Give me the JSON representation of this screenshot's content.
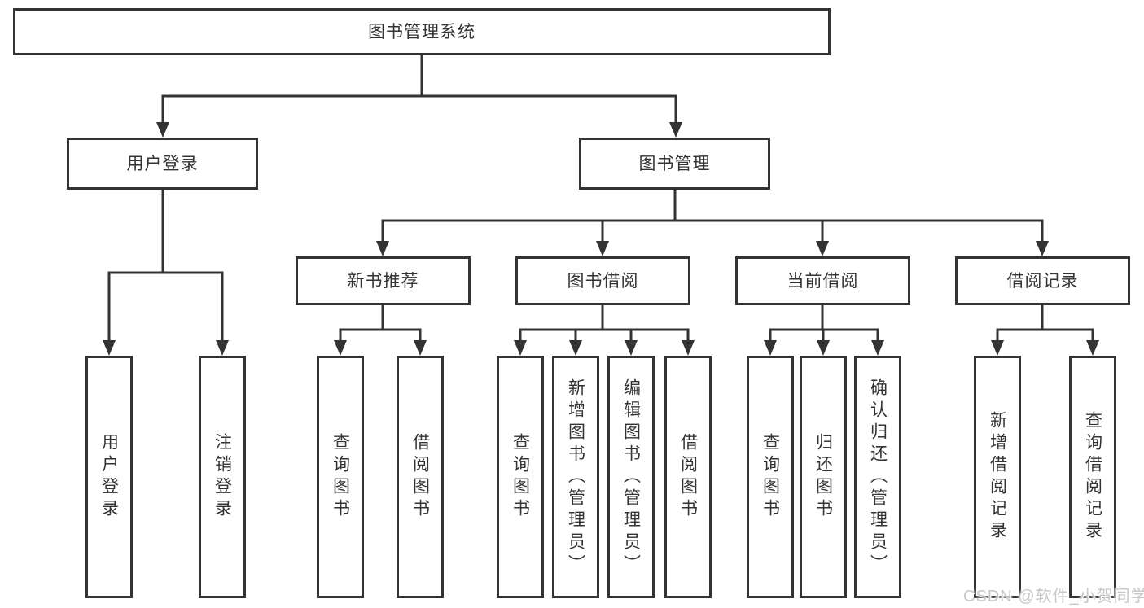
{
  "diagram": {
    "title_node": "图书管理系统",
    "level2": {
      "user_login": "用户登录",
      "book_management": "图书管理"
    },
    "level3": {
      "new_book_recommend": "新书推荐",
      "book_borrow": "图书借阅",
      "current_borrow": "当前借阅",
      "borrow_records": "借阅记录"
    },
    "leaves": {
      "user_login": [
        "用户登录",
        "注销登录"
      ],
      "new_book_recommend": [
        "查询图书",
        "借阅图书"
      ],
      "book_borrow": [
        "查询图书",
        "新增图书（管理员）",
        "编辑图书（管理员）",
        "借阅图书"
      ],
      "current_borrow": [
        "查询图书",
        "归还图书",
        "确认归还（管理员）"
      ],
      "borrow_records": [
        "新增借阅记录",
        "查询借阅记录"
      ]
    }
  },
  "watermark": "CSDN @软件_小贺同学",
  "colors": {
    "line": "#333333",
    "text": "#333333",
    "background": "#ffffff",
    "watermark": "#c7c7c7"
  }
}
